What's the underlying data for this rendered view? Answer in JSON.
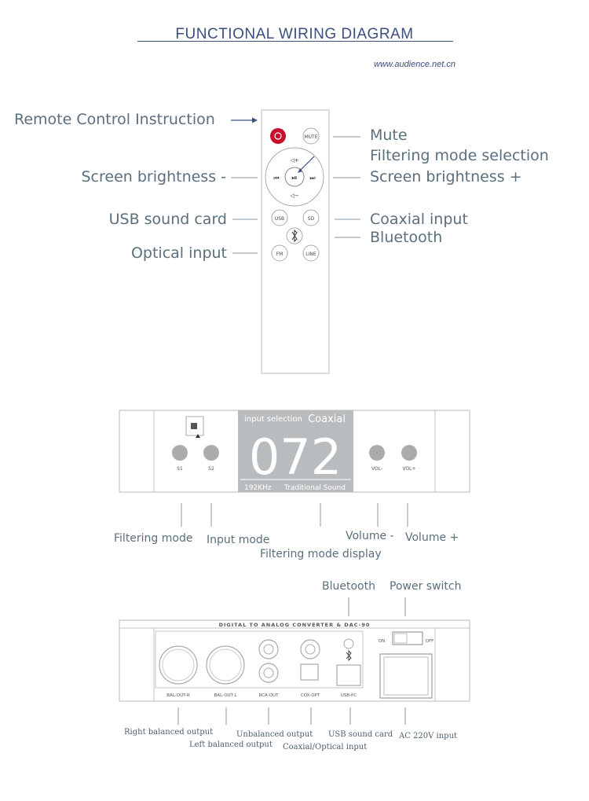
{
  "header": {
    "title": "FUNCTIONAL WIRING DIAGRAM",
    "website": "www.audience.net.cn"
  },
  "remote": {
    "heading": "Remote Control Instruction",
    "labels": {
      "mute": "Mute",
      "filtering_mode_selection": "Filtering mode selection",
      "brightness_minus": "Screen brightness -",
      "brightness_plus": "Screen brightness +",
      "usb_sound_card": "USB sound card",
      "coaxial_input": "Coaxial input",
      "bluetooth": "Bluetooth",
      "optical_input": "Optical input"
    },
    "buttons": {
      "mute": "MUTE",
      "vol_up": "◁+",
      "vol_down": "◁−",
      "prev": "⏮",
      "next": "⏭",
      "play": "⏯",
      "usb": "USB",
      "sd": "SD",
      "fm": "FM",
      "line": "LINE"
    }
  },
  "front_panel": {
    "screen_header": "input selection",
    "screen_mode": "Coaxial",
    "screen_number": "072",
    "screen_rate": "192KHz",
    "screen_filter": "Traditional Sound",
    "knob_s1": "S1",
    "knob_s2": "S2",
    "knob_vol_minus": "VOL-",
    "knob_vol_plus": "VOL+",
    "labels": {
      "filtering_mode": "Filtering mode",
      "input_mode": "Input mode",
      "filtering_mode_display": "Filtering mode display",
      "volume_minus": "Volume -",
      "volume_plus": "Volume +"
    }
  },
  "rear_panel": {
    "top_text": "DIGITAL TO ANALOG CONVERTER & DAC-90",
    "switch_on": "ON",
    "switch_off": "OFF",
    "ports": {
      "bal_out_r": "BAL-OUT-R",
      "bal_out_l": "BAL-OUT-L",
      "rca_out": "RCA-OUT",
      "cox_opt": "COX-OPT",
      "usb_pc": "USB-PC"
    },
    "labels": {
      "bluetooth": "Bluetooth",
      "power_switch": "Power switch",
      "right_balanced_output": "Right balanced output",
      "left_balanced_output": "Left balanced output",
      "unbalanced_output": "Unbalanced output",
      "coaxial_optical_input": "Coaxial/Optical input",
      "usb_sound_card": "USB sound card",
      "ac_input": "AC 220V input"
    }
  },
  "colors": {
    "title": "#3b4e80",
    "label": "#5b6f7d",
    "outline": "#bdbdbd",
    "accent_red": "#c8102e",
    "screen_bg": "#b9bcbf",
    "knob": "#a9abad"
  }
}
